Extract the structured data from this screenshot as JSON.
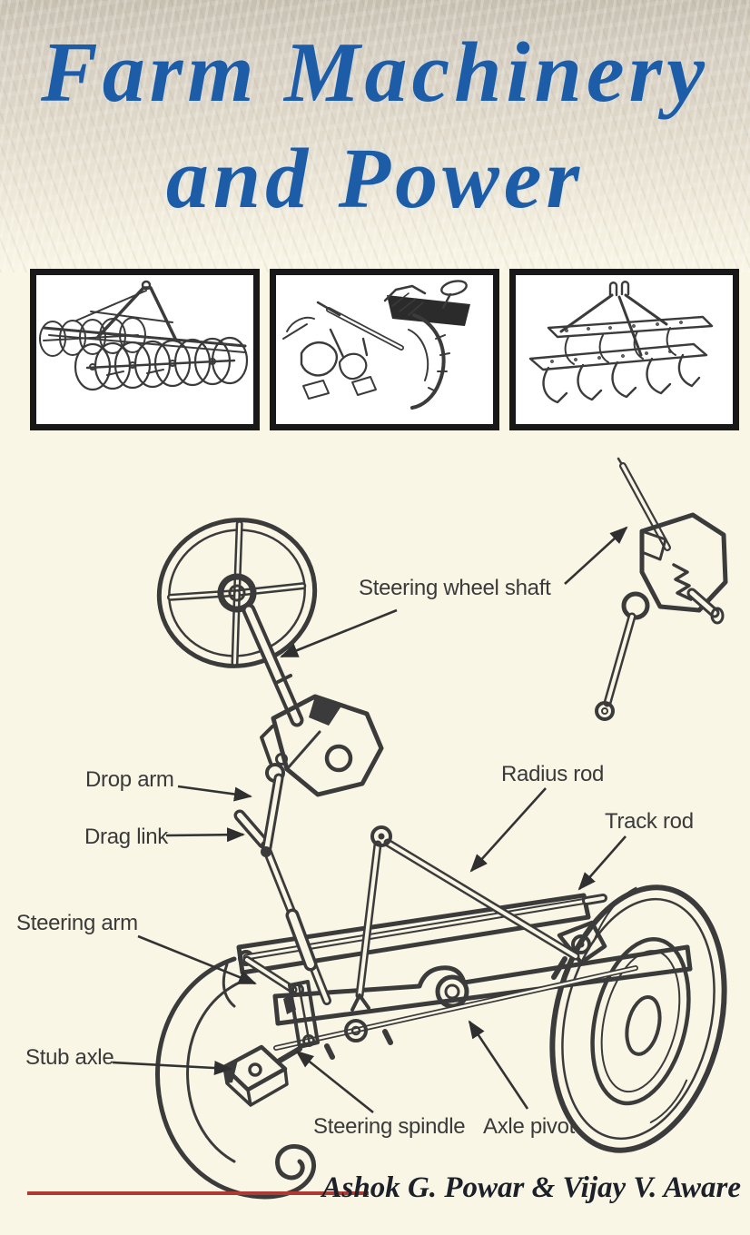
{
  "cover": {
    "title_line1": "Farm Machinery",
    "title_line2": "and Power",
    "authors": "Ashok G. Powar & Vijay V. Aware"
  },
  "colors": {
    "title_blue": "#1d5da7",
    "accent_red": "#ad3b33",
    "background_cream": "#f9f6e6",
    "sketch_ink": "#3b3b3b"
  },
  "illustrations": [
    {
      "name": "disc-harrow-sketch"
    },
    {
      "name": "mouldboard-plough-sketch"
    },
    {
      "name": "tine-cultivator-sketch"
    }
  ],
  "diagram_labels": {
    "steering_wheel_shaft": "Steering wheel shaft",
    "drop_arm": "Drop arm",
    "drag_link": "Drag link",
    "radius_rod": "Radius rod",
    "track_rod": "Track rod",
    "steering_arm": "Steering arm",
    "stub_axle": "Stub axle",
    "steering_spindle": "Steering spindle",
    "axle_pivot": "Axle pivot"
  }
}
